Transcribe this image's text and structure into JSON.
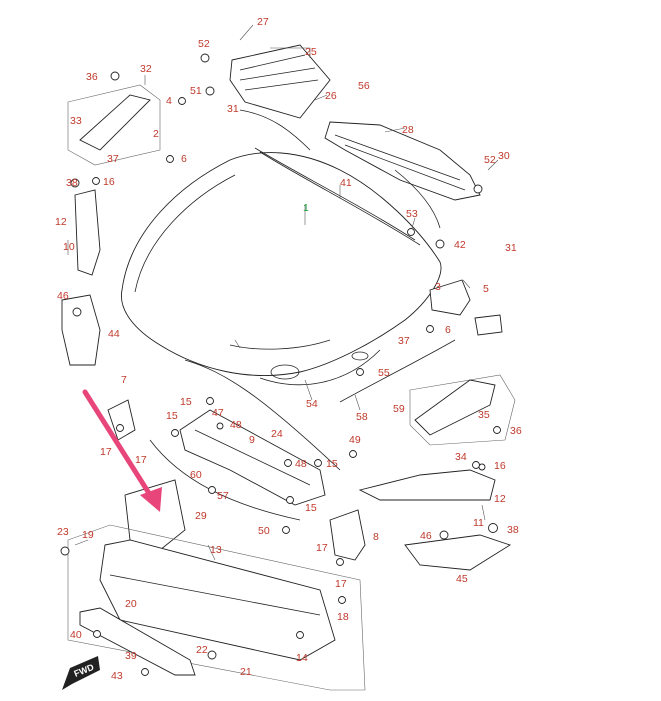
{
  "diagram": {
    "labels": [
      {
        "id": "1",
        "text": "1",
        "accent": "green"
      },
      {
        "id": "2",
        "text": "2"
      },
      {
        "id": "3",
        "text": "3"
      },
      {
        "id": "4",
        "text": "4"
      },
      {
        "id": "5",
        "text": "5"
      },
      {
        "id": "6a",
        "text": "6"
      },
      {
        "id": "6b",
        "text": "6"
      },
      {
        "id": "7",
        "text": "7"
      },
      {
        "id": "8",
        "text": "8"
      },
      {
        "id": "9",
        "text": "9"
      },
      {
        "id": "10",
        "text": "10"
      },
      {
        "id": "11",
        "text": "11"
      },
      {
        "id": "12a",
        "text": "12"
      },
      {
        "id": "12b",
        "text": "12"
      },
      {
        "id": "13",
        "text": "13"
      },
      {
        "id": "14",
        "text": "14"
      },
      {
        "id": "15a",
        "text": "15"
      },
      {
        "id": "15b",
        "text": "15"
      },
      {
        "id": "15c",
        "text": "15"
      },
      {
        "id": "15d",
        "text": "15"
      },
      {
        "id": "16a",
        "text": "16"
      },
      {
        "id": "16b",
        "text": "16"
      },
      {
        "id": "17a",
        "text": "17"
      },
      {
        "id": "17b",
        "text": "17"
      },
      {
        "id": "17c",
        "text": "17"
      },
      {
        "id": "17d",
        "text": "17"
      },
      {
        "id": "18",
        "text": "18"
      },
      {
        "id": "19",
        "text": "19"
      },
      {
        "id": "20",
        "text": "20"
      },
      {
        "id": "21",
        "text": "21"
      },
      {
        "id": "22",
        "text": "22"
      },
      {
        "id": "23",
        "text": "23"
      },
      {
        "id": "24",
        "text": "24"
      },
      {
        "id": "25",
        "text": "25"
      },
      {
        "id": "26",
        "text": "26"
      },
      {
        "id": "27",
        "text": "27"
      },
      {
        "id": "28",
        "text": "28"
      },
      {
        "id": "29",
        "text": "29"
      },
      {
        "id": "30",
        "text": "30"
      },
      {
        "id": "31a",
        "text": "31"
      },
      {
        "id": "31b",
        "text": "31"
      },
      {
        "id": "32",
        "text": "32"
      },
      {
        "id": "33",
        "text": "33"
      },
      {
        "id": "34",
        "text": "34"
      },
      {
        "id": "35",
        "text": "35"
      },
      {
        "id": "36a",
        "text": "36"
      },
      {
        "id": "36b",
        "text": "36"
      },
      {
        "id": "37a",
        "text": "37"
      },
      {
        "id": "37b",
        "text": "37"
      },
      {
        "id": "38a",
        "text": "38"
      },
      {
        "id": "38b",
        "text": "38"
      },
      {
        "id": "39",
        "text": "39"
      },
      {
        "id": "40",
        "text": "40"
      },
      {
        "id": "41",
        "text": "41"
      },
      {
        "id": "42",
        "text": "42"
      },
      {
        "id": "43",
        "text": "43"
      },
      {
        "id": "44",
        "text": "44"
      },
      {
        "id": "45",
        "text": "45"
      },
      {
        "id": "46a",
        "text": "46"
      },
      {
        "id": "46b",
        "text": "46"
      },
      {
        "id": "47",
        "text": "47"
      },
      {
        "id": "48a",
        "text": "48"
      },
      {
        "id": "48b",
        "text": "48"
      },
      {
        "id": "49",
        "text": "49"
      },
      {
        "id": "50",
        "text": "50"
      },
      {
        "id": "51",
        "text": "51"
      },
      {
        "id": "52a",
        "text": "52"
      },
      {
        "id": "52b",
        "text": "52"
      },
      {
        "id": "53",
        "text": "53"
      },
      {
        "id": "54",
        "text": "54"
      },
      {
        "id": "55",
        "text": "55"
      },
      {
        "id": "56",
        "text": "56"
      },
      {
        "id": "57",
        "text": "57"
      },
      {
        "id": "58",
        "text": "58"
      },
      {
        "id": "59",
        "text": "59"
      },
      {
        "id": "60",
        "text": "60"
      }
    ],
    "fwd_label": "FWD",
    "colors": {
      "label": "#c0392b",
      "label_accent": "#1a9e3a",
      "arrow": "#e8457a",
      "line": "#222222"
    }
  }
}
